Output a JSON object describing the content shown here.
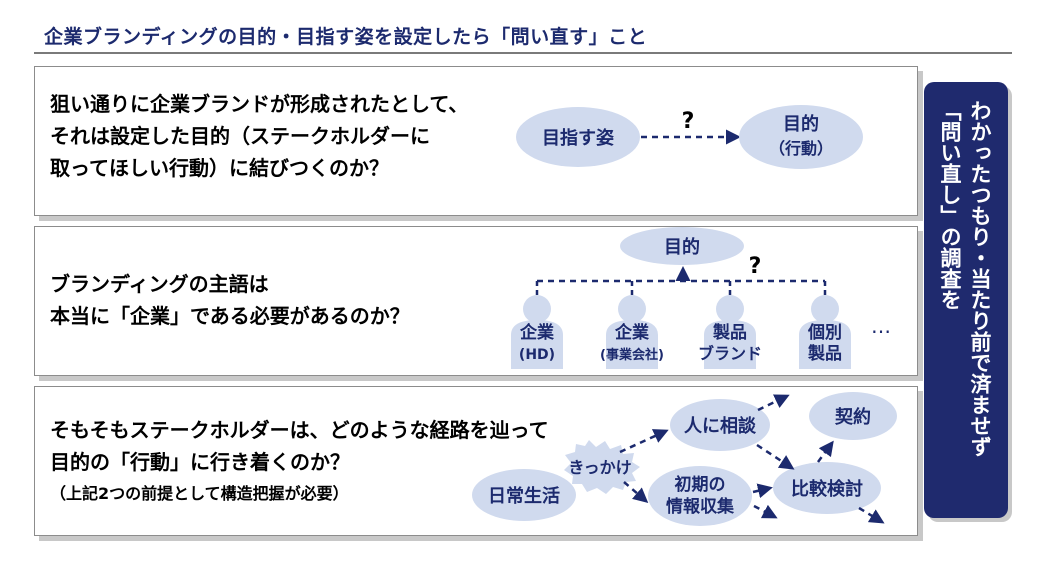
{
  "title": "企業ブランディングの目的・目指す姿を設定したら「問い直す」こと",
  "panel1": {
    "lines": [
      "狙い通りに企業ブランドが形成されたとして、",
      "それは設定した目的（ステークホルダーに",
      "取ってほしい行動）に結びつくのか？"
    ],
    "node_from": "目指す姿",
    "node_to_line1": "目的",
    "node_to_line2": "（行動）",
    "question": "?"
  },
  "panel2": {
    "lines": [
      "ブランディングの主語は",
      "本当に「企業」である必要があるのか？"
    ],
    "top_node": "目的",
    "question": "?",
    "subjects": [
      {
        "line1": "企業",
        "line2": "(HD)"
      },
      {
        "line1": "企業",
        "line2": "(事業会社)"
      },
      {
        "line1": "製品",
        "line2": "ブランド"
      },
      {
        "line1": "個別",
        "line2": "製品"
      }
    ],
    "ellipsis": "…"
  },
  "panel3": {
    "lines": [
      "そもそもステークホルダーは、どのような経路を辿って",
      "目的の「行動」に行き着くのか？"
    ],
    "note": "（上記2つの前提として構造把握が必要）",
    "nodes": {
      "daily_life": "日常生活",
      "trigger": "きっかけ",
      "consult": "人に相談",
      "initial_info_line1": "初期の",
      "initial_info_line2": "情報収集",
      "compare": "比較検討",
      "contract": "契約"
    }
  },
  "side": {
    "col1": "わかったつもり・当たり前で済ませず",
    "col2": "「問い直し」の調査を"
  },
  "colors": {
    "navy": "#1f2a6e",
    "node_fill": "#d0daee",
    "node_text": "#1c2a6e"
  }
}
